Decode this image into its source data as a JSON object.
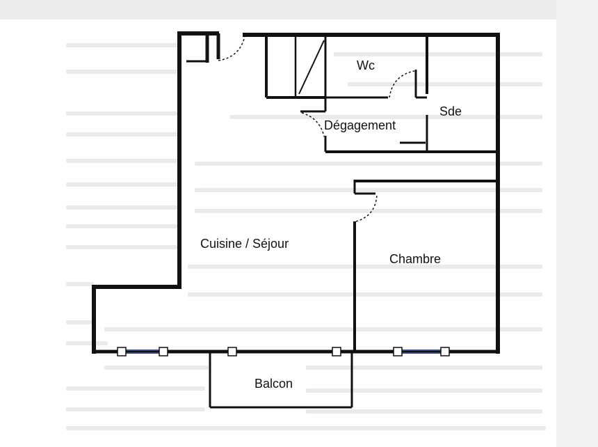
{
  "plan": {
    "rooms": {
      "wc": "Wc",
      "sde": "Sde",
      "degagement": "Dégagement",
      "cuisine_sejour": "Cuisine / Séjour",
      "chambre": "Chambre",
      "balcon": "Balcon"
    },
    "colors": {
      "wall": "#111111",
      "window": "#3b4a7a",
      "background_text": "#d8d8d8"
    }
  }
}
